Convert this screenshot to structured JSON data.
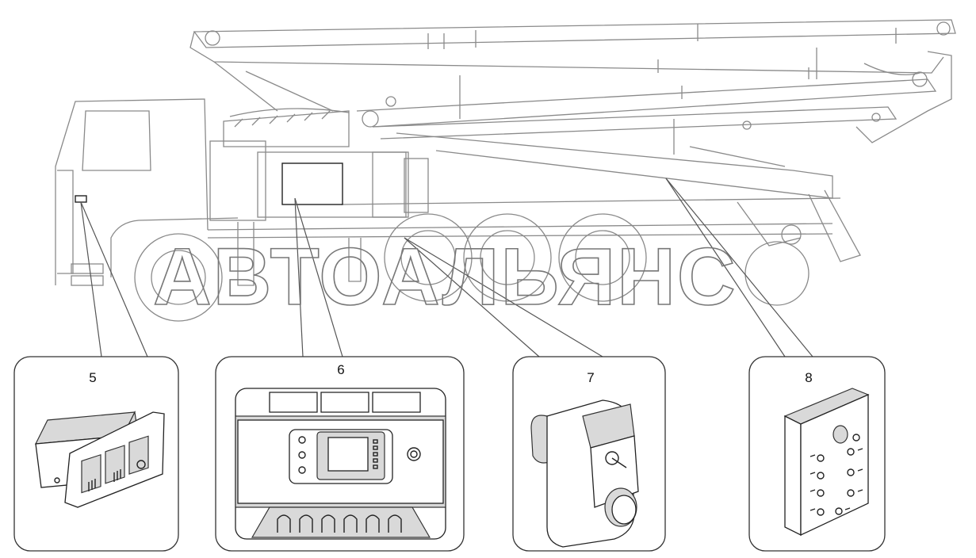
{
  "watermark": "АВТОАЛЬЯНС",
  "callouts": [
    {
      "id": "5",
      "label": "5"
    },
    {
      "id": "6",
      "label": "6"
    },
    {
      "id": "7",
      "label": "7"
    },
    {
      "id": "8",
      "label": "8"
    }
  ],
  "icons": {
    "panel5": "rocker-switch-panel-icon",
    "panel6": "control-unit-display-icon",
    "panel7": "joystick-box-icon",
    "panel8": "toggle-switch-box-icon"
  },
  "colors": {
    "line": "#8a8a8a",
    "ink": "#222222",
    "watermark_stroke": "#777777"
  }
}
